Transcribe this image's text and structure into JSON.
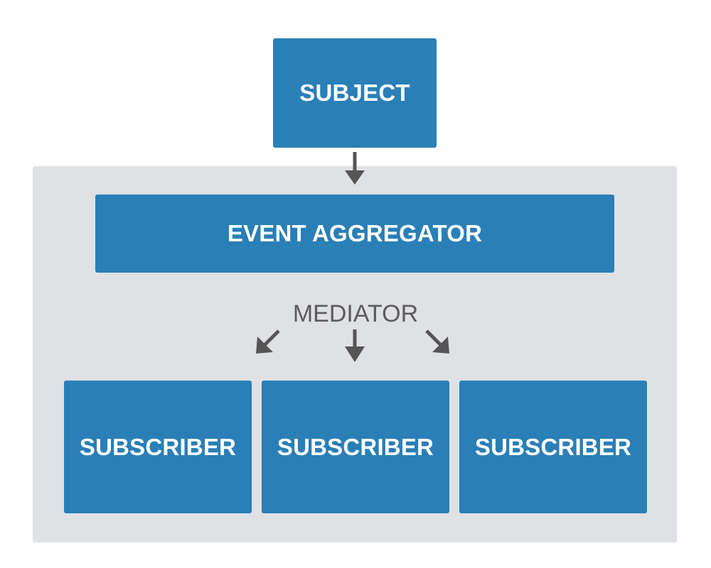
{
  "diagram": {
    "subject": {
      "label": "SUBJECT"
    },
    "aggregator": {
      "label": "EVENT AGGREGATOR"
    },
    "mediator": {
      "label": "MEDIATOR"
    },
    "subscribers": [
      {
        "label": "SUBSCRIBER"
      },
      {
        "label": "SUBSCRIBER"
      },
      {
        "label": "SUBSCRIBER"
      }
    ]
  },
  "colors": {
    "box_fill": "#2a7fb6",
    "panel_fill": "#dfe1e5",
    "arrow": "#555555",
    "text_dark": "#5c5c5c",
    "text_light": "#ffffff"
  }
}
